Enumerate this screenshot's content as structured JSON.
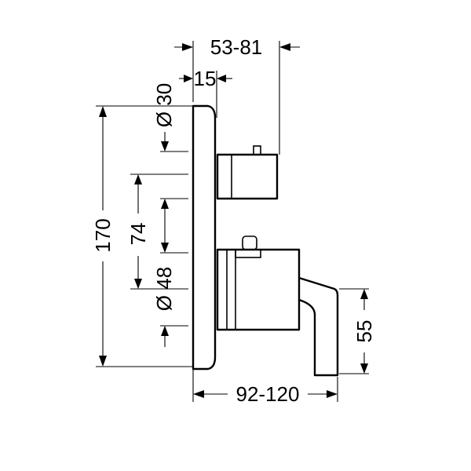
{
  "dimensions": {
    "depth_range": "53-81",
    "offset": "15",
    "upper_diameter": "Ø 30",
    "total_height": "170",
    "spacing": "74",
    "lower_diameter": "Ø 48",
    "lever_height": "55",
    "projection_range": "92-120"
  }
}
